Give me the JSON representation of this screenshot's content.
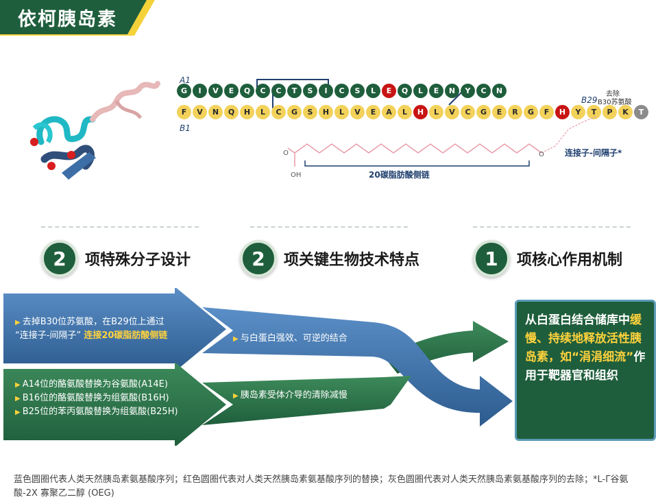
{
  "title": "依柯胰岛素",
  "molecule": {
    "chain_a_label": "A1",
    "chain_b_label": "B1",
    "chain_b_end_label": "B29",
    "removed_note_line1": "去除",
    "removed_note_line2": "B30苏氨酸",
    "chain_a": [
      {
        "aa": "G",
        "type": "g"
      },
      {
        "aa": "I",
        "type": "g"
      },
      {
        "aa": "V",
        "type": "g"
      },
      {
        "aa": "E",
        "type": "g"
      },
      {
        "aa": "Q",
        "type": "g"
      },
      {
        "aa": "C",
        "type": "g"
      },
      {
        "aa": "C",
        "type": "g"
      },
      {
        "aa": "T",
        "type": "g"
      },
      {
        "aa": "S",
        "type": "g"
      },
      {
        "aa": "I",
        "type": "g"
      },
      {
        "aa": "C",
        "type": "g"
      },
      {
        "aa": "S",
        "type": "g"
      },
      {
        "aa": "L",
        "type": "g"
      },
      {
        "aa": "E",
        "type": "r"
      },
      {
        "aa": "Q",
        "type": "g"
      },
      {
        "aa": "L",
        "type": "g"
      },
      {
        "aa": "E",
        "type": "g"
      },
      {
        "aa": "N",
        "type": "g"
      },
      {
        "aa": "Y",
        "type": "g"
      },
      {
        "aa": "C",
        "type": "g"
      },
      {
        "aa": "N",
        "type": "g"
      }
    ],
    "chain_b": [
      {
        "aa": "F",
        "type": "y"
      },
      {
        "aa": "V",
        "type": "y"
      },
      {
        "aa": "N",
        "type": "y"
      },
      {
        "aa": "Q",
        "type": "y"
      },
      {
        "aa": "H",
        "type": "y"
      },
      {
        "aa": "L",
        "type": "y"
      },
      {
        "aa": "C",
        "type": "y"
      },
      {
        "aa": "G",
        "type": "y"
      },
      {
        "aa": "S",
        "type": "y"
      },
      {
        "aa": "H",
        "type": "y"
      },
      {
        "aa": "L",
        "type": "y"
      },
      {
        "aa": "V",
        "type": "y"
      },
      {
        "aa": "E",
        "type": "y"
      },
      {
        "aa": "A",
        "type": "y"
      },
      {
        "aa": "L",
        "type": "y"
      },
      {
        "aa": "H",
        "type": "r"
      },
      {
        "aa": "L",
        "type": "y"
      },
      {
        "aa": "V",
        "type": "y"
      },
      {
        "aa": "C",
        "type": "y"
      },
      {
        "aa": "G",
        "type": "y"
      },
      {
        "aa": "E",
        "type": "y"
      },
      {
        "aa": "R",
        "type": "y"
      },
      {
        "aa": "G",
        "type": "y"
      },
      {
        "aa": "F",
        "type": "y"
      },
      {
        "aa": "H",
        "type": "r"
      },
      {
        "aa": "Y",
        "type": "y"
      },
      {
        "aa": "T",
        "type": "y"
      },
      {
        "aa": "P",
        "type": "y"
      },
      {
        "aa": "K",
        "type": "y"
      },
      {
        "aa": "T",
        "type": "gy"
      }
    ],
    "fatty_acid_label": "20碳脂肪酸侧链",
    "linker_label": "连接子-间隔子*",
    "carbonyl_o": "O",
    "hydroxyl": "OH",
    "linker_o": "O"
  },
  "features": [
    {
      "number": "2",
      "label": "项特殊分子设计"
    },
    {
      "number": "2",
      "label": "项关键生物技术特点"
    },
    {
      "number": "1",
      "label": "项核心作用机制"
    }
  ],
  "blue_arrow": {
    "line1": "去掉B30位苏氨酸，在B29位上通过",
    "line2_plain": "“连接子-间隔子”",
    "line2_highlight": "连接20碳脂肪酸侧链",
    "result": "与白蛋白强效、可逆的结合"
  },
  "green_arrow": {
    "items": [
      "A14位的酪氨酸替换为谷氨酸(A14E)",
      "B16位的酪氨酸替换为组氨酸(B16H)",
      "B25位的苯丙氨酸替换为组氨酸(B25H)"
    ],
    "result": "胰岛素受体介导的清除减慢"
  },
  "result_box": {
    "part1": "从白蛋白结合储库中",
    "part2_highlight": "缓慢、持续地释放活性胰岛素，如“涓涓细流”",
    "part3": "作用于靶器官和组织"
  },
  "footnote": "蓝色圆圈代表人类天然胰岛素氨基酸序列；红色圆圈代表对人类天然胰岛素氨基酸序列的替换；灰色圆圈代表对人类天然胰岛素氨基酸序列的去除；*L-Γ谷氨酸-2X 寡聚乙二醇 (OEG)"
}
